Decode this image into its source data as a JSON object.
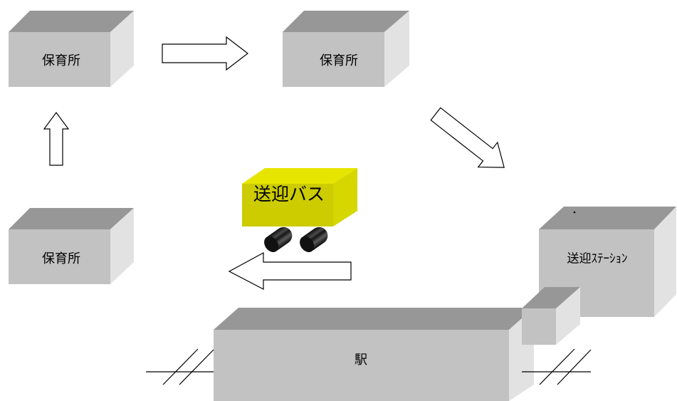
{
  "nurseries": [
    {
      "label": "保育所"
    },
    {
      "label": "保育所"
    },
    {
      "label": "保育所"
    }
  ],
  "bus": {
    "label": "送迎バス"
  },
  "shuttle_station": {
    "label": "送迎ｽﾃｰｼｮﾝ"
  },
  "train_station": {
    "label": "駅"
  },
  "colors": {
    "box_top": "#979797",
    "box_front": "#c2c2c2",
    "box_side": "#e2e2e2",
    "bus_top": "#e5e500",
    "bus_front": "#cccc00",
    "bus_side": "#d6d600",
    "arrow_fill": "#ffffff",
    "wheel": "#111111"
  }
}
